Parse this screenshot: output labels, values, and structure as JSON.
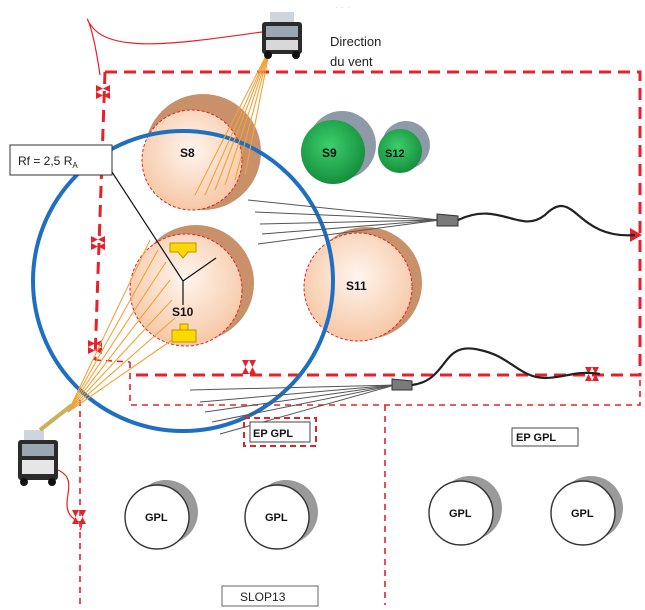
{
  "wind": {
    "text_line1": "Direction",
    "text_line2": "du vent"
  },
  "radius_label": {
    "prefix": "Rf = 2,5 R",
    "subscript": "A"
  },
  "tanks": {
    "s8": "S8",
    "s9": "S9",
    "s10": "S10",
    "s11": "S11",
    "s12": "S12"
  },
  "gpl_tanks": [
    "GPL",
    "GPL",
    "GPL",
    "GPL"
  ],
  "ep_gpl_left": "EP GPL",
  "ep_gpl_right": "EP GPL",
  "slop": "SLOP13",
  "colors": {
    "dashed_boundary": "#e8202a",
    "circle": "#1f6fc0",
    "green_tank": "#1aa64a",
    "tank_fill": "#fbd9c2",
    "hose": "#222222",
    "water_jet": "#f2a33a"
  }
}
